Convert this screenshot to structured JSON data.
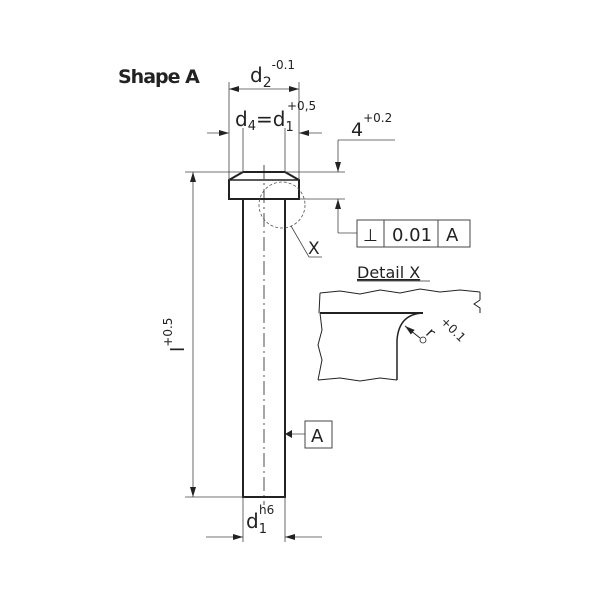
{
  "title": "Shape A",
  "dims": {
    "d2": {
      "base": "d",
      "sub": "2",
      "tol": "-0.1"
    },
    "d4": {
      "text_a": "d",
      "sub_a": "4",
      "eq": "=",
      "text_b": "d",
      "sub_b": "1",
      "tol": "+0,5"
    },
    "head_height": {
      "value": "4",
      "tol": "+0.2"
    },
    "length": {
      "value": "l",
      "tol": "+0.5"
    },
    "d1": {
      "base": "d",
      "sub": "1",
      "tol": "h6"
    }
  },
  "tolerance_frame": {
    "symbol": "⊥",
    "value": "0.01",
    "datum": "A"
  },
  "datum_label": "A",
  "detail_marker": "X",
  "detail": {
    "title": "Detail X",
    "radius": "r",
    "radius_tol": "+0.1"
  },
  "colors": {
    "line": "#222222",
    "thin": "#555555"
  }
}
